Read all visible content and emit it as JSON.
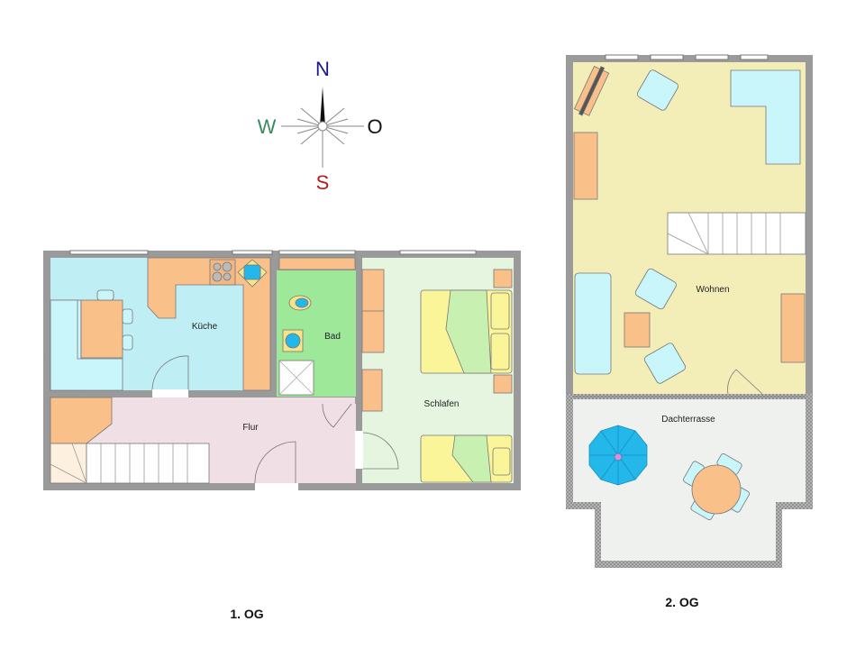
{
  "compass": {
    "north": {
      "label": "N",
      "color": "#1a1a8c"
    },
    "west": {
      "label": "W",
      "color": "#3a8a60"
    },
    "east": {
      "label": "O",
      "color": "#111111"
    },
    "south": {
      "label": "S",
      "color": "#b01e1e"
    }
  },
  "floors": [
    {
      "label": "1. OG",
      "rooms": [
        {
          "name": "Küche",
          "color": "#bfeef5"
        },
        {
          "name": "Bad",
          "color": "#9ee89a"
        },
        {
          "name": "Schlafen",
          "color": "#e6f5e0"
        },
        {
          "name": "Flur",
          "color": "#f1dfe6"
        }
      ]
    },
    {
      "label": "2. OG",
      "rooms": [
        {
          "name": "Wohnen",
          "color": "#f3eeb8"
        },
        {
          "name": "Dachterrasse",
          "color": "#eef1ee"
        }
      ]
    }
  ],
  "colors": {
    "wall": "#9a9a9a",
    "furniture": "#f9c08a",
    "seating": "#c8f6fb",
    "bed": "#fbf59a",
    "umbrella": "#23b7ea"
  }
}
